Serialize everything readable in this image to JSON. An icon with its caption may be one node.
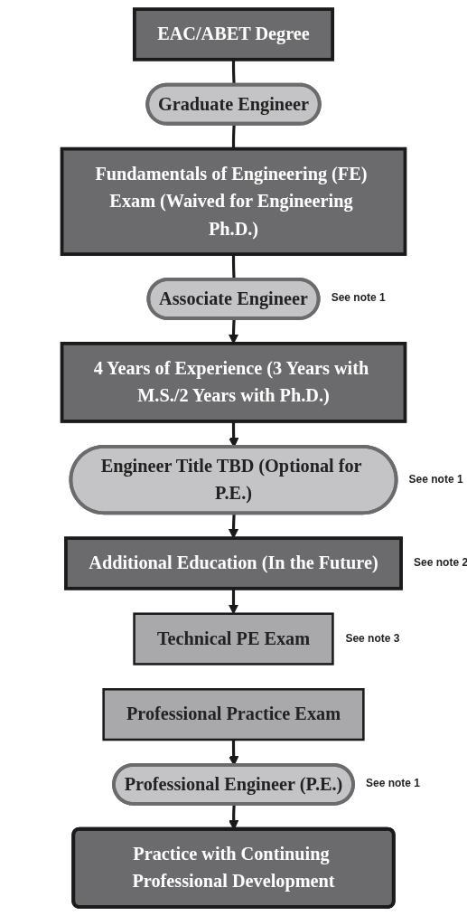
{
  "diagram": {
    "nodes": [
      {
        "text": [
          "EAC/ABET Degree"
        ]
      },
      {
        "text": [
          "Graduate Engineer"
        ]
      },
      {
        "text": [
          "Fundamentals of Engineering (FE) Exam (Waived for Engineering Ph.D.)"
        ]
      },
      {
        "text": [
          "Associate Engineer"
        ],
        "beside": [
          "See note 1"
        ]
      },
      {
        "text": [
          "4 Years of Experience (3 Years with M.S./2 Years with Ph.D.)"
        ]
      },
      {
        "text": [
          "Engineer Title TBD (Optional for P.E.)"
        ],
        "beside": [
          "See note 1"
        ]
      },
      {
        "text": [
          "Additional Education (In the Future)"
        ],
        "beside": [
          "See note 2"
        ]
      },
      {
        "text": [
          "Technical PE Exam"
        ],
        "beside": [
          "See note 3"
        ]
      },
      {
        "text": [
          "Professional Practice Exam"
        ]
      },
      {
        "text": [
          "Professional Engineer (P.E.)"
        ],
        "beside": [
          "See note 1"
        ]
      },
      {
        "text": [
          "Practice with Continuing Professional Development"
        ]
      }
    ],
    "edges": [
      {
        "from": 0,
        "to": 1,
        "arrow": "none"
      },
      {
        "from": 1,
        "to": 2,
        "arrow": "none"
      },
      {
        "from": 2,
        "to": 3,
        "arrow": "none"
      },
      {
        "from": 3,
        "to": 4,
        "arrow": "to"
      },
      {
        "from": 4,
        "to": 5,
        "arrow": "to"
      },
      {
        "from": 5,
        "to": 6,
        "arrow": "to"
      },
      {
        "from": 6,
        "to": 7,
        "arrow": "to"
      },
      {
        "from": 8,
        "to": 9,
        "arrow": "to"
      },
      {
        "from": 9,
        "to": 10,
        "arrow": "to"
      }
    ]
  }
}
